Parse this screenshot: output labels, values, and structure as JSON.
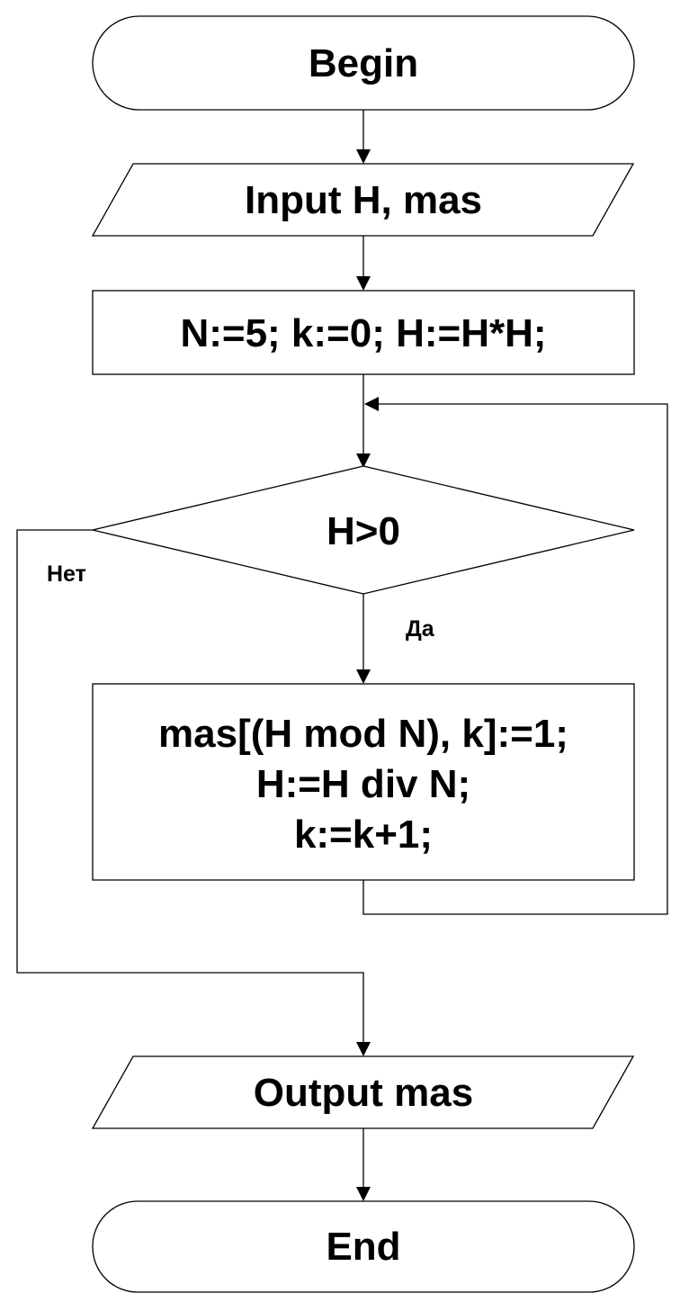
{
  "diagram": {
    "nodes": {
      "begin": "Begin",
      "input": "Input H, mas",
      "init": "N:=5; k:=0; H:=H*H;",
      "condition": "H>0",
      "body_line_1": "mas[(H mod N), k]:=1;",
      "body_line_2": "H:=H div N;",
      "body_line_3": "k:=k+1;",
      "output": "Output mas",
      "end": "End"
    },
    "edge_labels": {
      "no": "Нет",
      "yes": "Да"
    }
  }
}
